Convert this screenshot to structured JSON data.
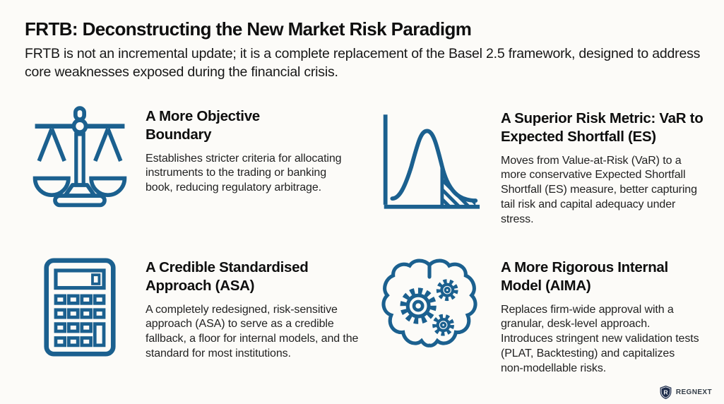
{
  "header": {
    "title": "FRTB: Deconstructing the New Market Risk Paradigm",
    "subtitle": "FRTB is not an incremental update; it is a complete replacement of the Basel 2.5 framework, designed to address core weaknesses exposed during the financial crisis."
  },
  "quadrants": [
    {
      "icon": "scales-icon",
      "title": "A More Objective Boundary",
      "body": "Establishes stricter criteria for allocating instruments to the trading or banking book, reducing regulatory arbitrage."
    },
    {
      "icon": "bell-curve-icon",
      "title": "A Superior Risk Metric: VaR to Expected Shortfall (ES)",
      "body": "Moves from Value-at-Risk (VaR) to a more conservative Expected Shortfall Shortfall (ES) measure, better capturing tail risk and capital adequacy under stress."
    },
    {
      "icon": "calculator-icon",
      "title": "A Credible Standardised Approach (ASA)",
      "body": "A completely redesigned, risk-sensitive approach (ASA) to serve as a credible fallback, a floor for internal models, and the standard for most institutions."
    },
    {
      "icon": "brain-gears-icon",
      "title": "A More Rigorous Internal Model (AIMA)",
      "body": "Replaces firm-wide approval with a granular, desk-level approach. Introduces stringent new validation tests (PLAT, Backtesting) and capitalizes non-modellable risks."
    }
  ],
  "footer": {
    "logo_text": "REGNEXT"
  },
  "colors": {
    "background": "#fcfbf8",
    "icon_blue": "#1b608f",
    "title_text": "#0f0f0f",
    "body_text": "#222222",
    "logo_navy": "#1d2c4b"
  }
}
